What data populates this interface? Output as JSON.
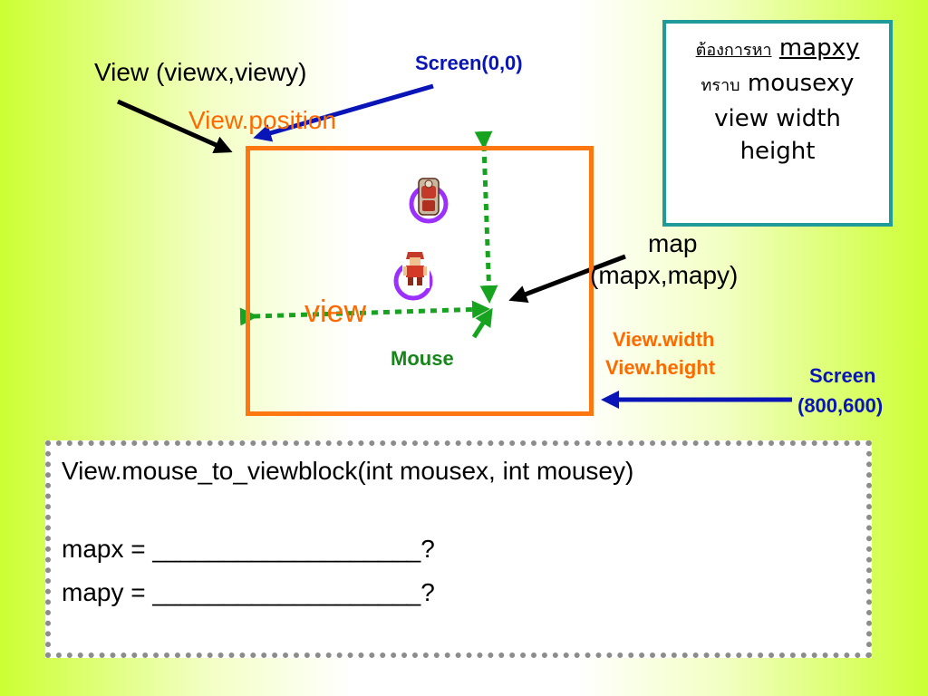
{
  "labels": {
    "view_coords": "View (viewx,viewy)",
    "screen_origin": "Screen(0,0)",
    "view_position": "View.position",
    "map": "map",
    "map_coords": "(mapx,mapy)",
    "view": "view",
    "mouse": "Mouse",
    "view_width": "View.width",
    "view_height": "View.height",
    "screen": "Screen",
    "screen_size": "(800,600)"
  },
  "info_box": {
    "find_thai": "ต้องการหา",
    "find_value": "mapxy",
    "known_thai": "ทราบ",
    "known_value": "mousexy",
    "line3": "view width",
    "line4": "height"
  },
  "code": {
    "signature": "View.mouse_to_viewblock(int mousex, int mousey)",
    "mapx": "mapx = ___________________?",
    "mapy": "mapy = ___________________?"
  },
  "colors": {
    "view_rect": "#ff7711",
    "screen_blue": "#0a15b8",
    "mouse_green": "#17861a",
    "info_border": "#1f9c99",
    "sprite_ring": "#9b30ff"
  }
}
